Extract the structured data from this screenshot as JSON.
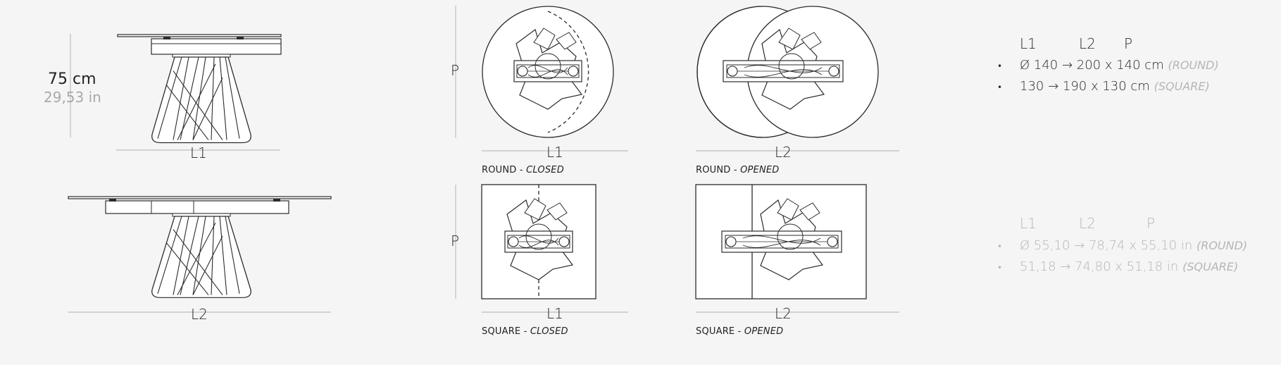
{
  "height": {
    "cm": "75 cm",
    "inch": "29,53 in"
  },
  "dim_labels": {
    "l1": "L1",
    "l2": "L2",
    "p": "P"
  },
  "captions": {
    "round_closed": {
      "shape": "ROUND",
      "sep": " - ",
      "state": "CLOSED"
    },
    "round_opened": {
      "shape": "ROUND",
      "sep": " - ",
      "state": "OPENED"
    },
    "square_closed": {
      "shape": "SQUARE",
      "sep": " - ",
      "state": "CLOSED"
    },
    "square_opened": {
      "shape": "SQUARE",
      "sep": " - ",
      "state": "OPENED"
    }
  },
  "specs_cm": {
    "headers": [
      "L1",
      "L2",
      "P"
    ],
    "rows": [
      {
        "bullet": "•",
        "text": "Ø 140 → 200 x 140 cm",
        "tag": "(ROUND)"
      },
      {
        "bullet": "•",
        "text": "130 → 190 x 130 cm",
        "tag": "(SQUARE)"
      }
    ]
  },
  "specs_in": {
    "headers": [
      "L1",
      "L2",
      "P"
    ],
    "rows": [
      {
        "bullet": "•",
        "text": "Ø 55,10 → 78,74 x 55,10 in",
        "tag": "(ROUND)"
      },
      {
        "bullet": "•",
        "text": "51,18 → 74,80 x 51,18 in",
        "tag": "(SQUARE)"
      }
    ]
  },
  "colors": {
    "line": "#2b2b2b",
    "dim_line": "#bdbdbd",
    "muted_text": "#b5b5b5",
    "background": "#f5f5f5"
  }
}
